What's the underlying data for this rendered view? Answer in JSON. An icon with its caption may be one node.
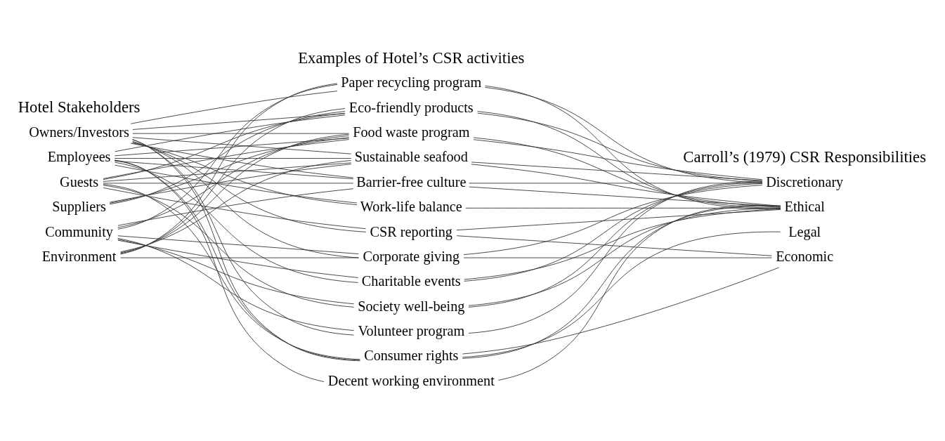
{
  "diagram": {
    "nodes": [
      {
        "text": [
          "Owners/Investors"
        ]
      },
      {
        "text": [
          "Employees"
        ]
      },
      {
        "text": [
          "Guests"
        ]
      },
      {
        "text": [
          "Suppliers"
        ]
      },
      {
        "text": [
          "Community"
        ]
      },
      {
        "text": [
          "Environment"
        ]
      },
      {
        "text": [
          "Paper recycling program"
        ]
      },
      {
        "text": [
          "Eco-friendly products"
        ]
      },
      {
        "text": [
          "Food waste program"
        ]
      },
      {
        "text": [
          "Sustainable seafood"
        ]
      },
      {
        "text": [
          "Barrier-free culture"
        ]
      },
      {
        "text": [
          "Work-life balance"
        ]
      },
      {
        "text": [
          "CSR reporting"
        ]
      },
      {
        "text": [
          "Corporate giving"
        ]
      },
      {
        "text": [
          "Charitable events"
        ]
      },
      {
        "text": [
          "Society well-being"
        ]
      },
      {
        "text": [
          "Volunteer program"
        ]
      },
      {
        "text": [
          "Consumer rights"
        ]
      },
      {
        "text": [
          "Decent working environment"
        ]
      },
      {
        "text": [
          "Discretionary"
        ]
      },
      {
        "text": [
          "Ethical"
        ]
      },
      {
        "text": [
          "Legal"
        ]
      },
      {
        "text": [
          "Economic"
        ]
      }
    ],
    "edges": [
      {
        "from": 0,
        "to": 6,
        "arrow": "none"
      },
      {
        "from": 0,
        "to": 7,
        "arrow": "none"
      },
      {
        "from": 0,
        "to": 8,
        "arrow": "none"
      },
      {
        "from": 0,
        "to": 9,
        "arrow": "none"
      },
      {
        "from": 0,
        "to": 10,
        "arrow": "none"
      },
      {
        "from": 0,
        "to": 11,
        "arrow": "none"
      },
      {
        "from": 0,
        "to": 12,
        "arrow": "none"
      },
      {
        "from": 0,
        "to": 13,
        "arrow": "none"
      },
      {
        "from": 0,
        "to": 16,
        "arrow": "none"
      },
      {
        "from": 0,
        "to": 17,
        "arrow": "none"
      },
      {
        "from": 1,
        "to": 7,
        "arrow": "none"
      },
      {
        "from": 1,
        "to": 8,
        "arrow": "none"
      },
      {
        "from": 1,
        "to": 9,
        "arrow": "none"
      },
      {
        "from": 1,
        "to": 10,
        "arrow": "none"
      },
      {
        "from": 1,
        "to": 11,
        "arrow": "none"
      },
      {
        "from": 1,
        "to": 14,
        "arrow": "none"
      },
      {
        "from": 1,
        "to": 17,
        "arrow": "none"
      },
      {
        "from": 1,
        "to": 18,
        "arrow": "none"
      },
      {
        "from": 2,
        "to": 7,
        "arrow": "none"
      },
      {
        "from": 2,
        "to": 8,
        "arrow": "none"
      },
      {
        "from": 2,
        "to": 9,
        "arrow": "none"
      },
      {
        "from": 2,
        "to": 10,
        "arrow": "none"
      },
      {
        "from": 2,
        "to": 12,
        "arrow": "none"
      },
      {
        "from": 2,
        "to": 15,
        "arrow": "none"
      },
      {
        "from": 2,
        "to": 17,
        "arrow": "none"
      },
      {
        "from": 3,
        "to": 7,
        "arrow": "none"
      },
      {
        "from": 3,
        "to": 8,
        "arrow": "none"
      },
      {
        "from": 3,
        "to": 9,
        "arrow": "none"
      },
      {
        "from": 4,
        "to": 6,
        "arrow": "none"
      },
      {
        "from": 4,
        "to": 8,
        "arrow": "none"
      },
      {
        "from": 4,
        "to": 10,
        "arrow": "none"
      },
      {
        "from": 4,
        "to": 13,
        "arrow": "none"
      },
      {
        "from": 4,
        "to": 14,
        "arrow": "none"
      },
      {
        "from": 4,
        "to": 15,
        "arrow": "none"
      },
      {
        "from": 4,
        "to": 16,
        "arrow": "none"
      },
      {
        "from": 5,
        "to": 6,
        "arrow": "none"
      },
      {
        "from": 5,
        "to": 7,
        "arrow": "none"
      },
      {
        "from": 5,
        "to": 8,
        "arrow": "none"
      },
      {
        "from": 5,
        "to": 9,
        "arrow": "none"
      },
      {
        "from": 5,
        "to": 13,
        "arrow": "none"
      },
      {
        "from": 6,
        "to": 19,
        "arrow": "none"
      },
      {
        "from": 6,
        "to": 20,
        "arrow": "none"
      },
      {
        "from": 7,
        "to": 19,
        "arrow": "none"
      },
      {
        "from": 7,
        "to": 20,
        "arrow": "none"
      },
      {
        "from": 8,
        "to": 19,
        "arrow": "none"
      },
      {
        "from": 8,
        "to": 20,
        "arrow": "none"
      },
      {
        "from": 9,
        "to": 19,
        "arrow": "none"
      },
      {
        "from": 9,
        "to": 20,
        "arrow": "none"
      },
      {
        "from": 10,
        "to": 19,
        "arrow": "none"
      },
      {
        "from": 10,
        "to": 20,
        "arrow": "none"
      },
      {
        "from": 11,
        "to": 20,
        "arrow": "none"
      },
      {
        "from": 12,
        "to": 20,
        "arrow": "none"
      },
      {
        "from": 12,
        "to": 22,
        "arrow": "none"
      },
      {
        "from": 13,
        "to": 19,
        "arrow": "none"
      },
      {
        "from": 13,
        "to": 22,
        "arrow": "none"
      },
      {
        "from": 14,
        "to": 19,
        "arrow": "none"
      },
      {
        "from": 14,
        "to": 20,
        "arrow": "none"
      },
      {
        "from": 15,
        "to": 19,
        "arrow": "none"
      },
      {
        "from": 15,
        "to": 20,
        "arrow": "none"
      },
      {
        "from": 16,
        "to": 19,
        "arrow": "none"
      },
      {
        "from": 17,
        "to": 20,
        "arrow": "none"
      },
      {
        "from": 17,
        "to": 21,
        "arrow": "none"
      },
      {
        "from": 17,
        "to": 22,
        "arrow": "none"
      },
      {
        "from": 18,
        "to": 20,
        "arrow": "none"
      }
    ],
    "labels": [
      "Hotel Stakeholders",
      "Examples of Hotel’s CSR activities",
      "Carroll’s (1979) CSR Responsibilities"
    ]
  }
}
